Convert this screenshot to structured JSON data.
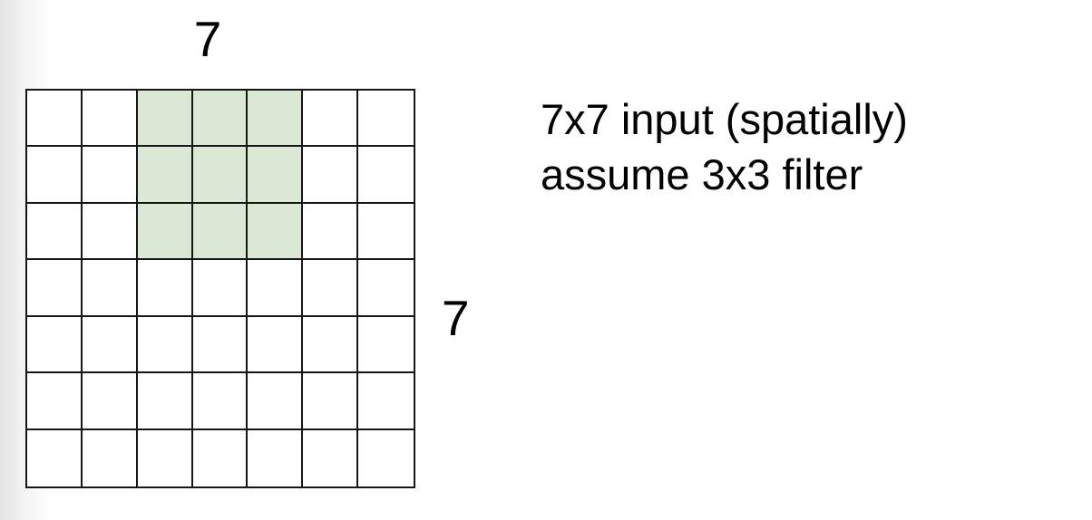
{
  "diagram": {
    "grid": {
      "rows": 7,
      "cols": 7,
      "top_dimension_label": "7",
      "right_dimension_label": "7",
      "highlighted_region": {
        "row_start": 1,
        "row_end": 3,
        "col_start": 3,
        "col_end": 5
      }
    },
    "caption": {
      "line1": "7x7 input (spatially)",
      "line2": "assume 3x3 filter"
    }
  },
  "colors": {
    "highlight_fill": "#dce8d6",
    "grid_line": "#161616",
    "text": "#000000",
    "background": "#ffffff"
  }
}
